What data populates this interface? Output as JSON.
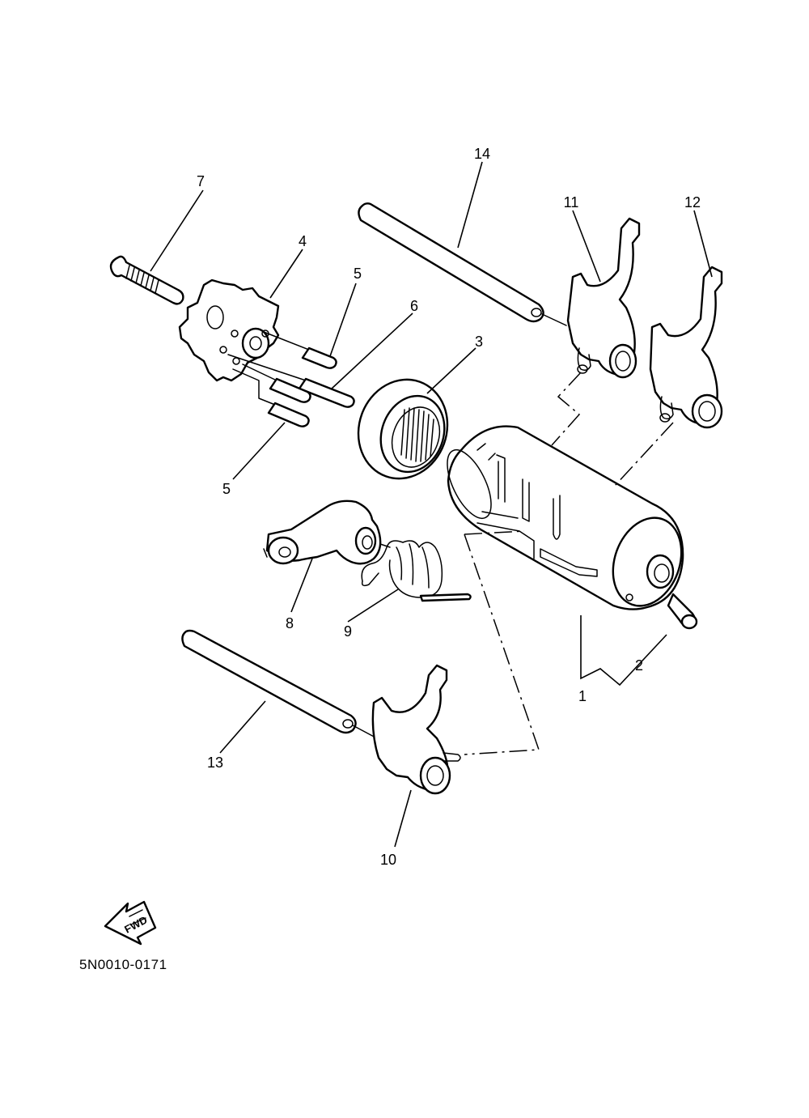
{
  "diagram": {
    "part_numbers": [
      "1",
      "2",
      "3",
      "4",
      "5",
      "6",
      "7",
      "8",
      "9",
      "10",
      "11",
      "12",
      "13",
      "14"
    ],
    "duplicate_label": "5",
    "forward_arrow": {
      "icon": "forward-arrow-icon",
      "text": "FWD"
    },
    "reference_code": "5N0010-0171"
  }
}
